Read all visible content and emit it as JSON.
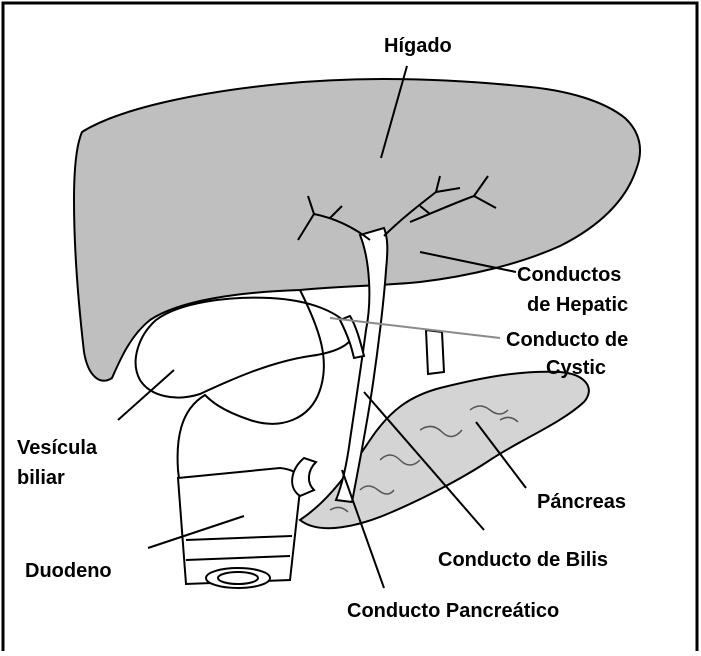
{
  "labels": {
    "liver": "Hígado",
    "hepatic_ducts_line1": "Conductos",
    "hepatic_ducts_line2": "de Hepatic",
    "cystic_duct_line1": "Conducto de",
    "cystic_duct_line2": "Cystic",
    "gallbladder_line1": "Vesícula",
    "gallbladder_line2": "biliar",
    "pancreas": "Páncreas",
    "bile_duct": "Conducto de Bilis",
    "duodenum": "Duodeno",
    "pancreatic_duct": "Conducto Pancreático"
  },
  "colors": {
    "liver_fill": "#bfbfbf",
    "organ_outline": "#000000",
    "pancreas_fill": "#d4d4d4",
    "leader_line": "#000000",
    "cystic_leader": "#8a8a8a"
  }
}
